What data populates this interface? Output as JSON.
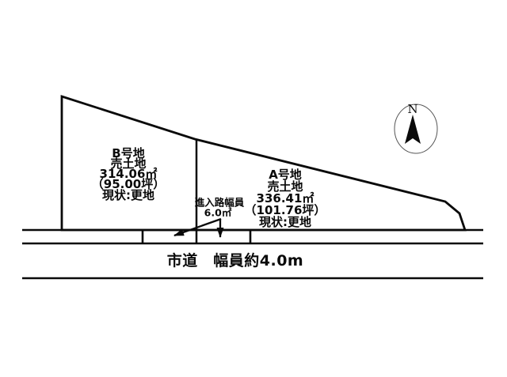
{
  "title": "land-plot-layout-diagram",
  "colors": {
    "line": "#0a0a0a",
    "background": "#ffffff",
    "compass_ring": "#555555"
  },
  "plots": {
    "b": {
      "name": "B号地",
      "sale_type": "売土地",
      "area_m2": "314.06㎡",
      "area_tsubo": "（95.00坪）",
      "status": "現状:更地"
    },
    "a": {
      "name": "A号地",
      "sale_type": "売土地",
      "area_m2": "336.41㎡",
      "area_tsubo": "（101.76坪）",
      "status": "現状:更地"
    }
  },
  "entry_path": {
    "label": "進入路幅員",
    "width_value": "6.0㎡"
  },
  "road": {
    "label": "市道　幅員約4.0m"
  },
  "compass": {
    "north": "N"
  }
}
